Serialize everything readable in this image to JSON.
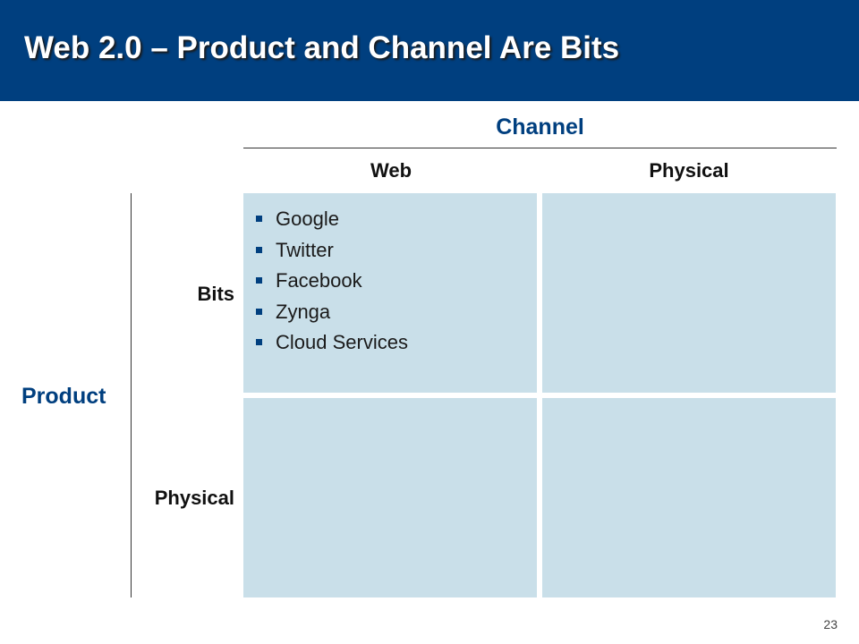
{
  "slide": {
    "title": "Web 2.0 – Product and Channel Are Bits",
    "page_number": "23"
  },
  "matrix": {
    "column_axis_label": "Channel",
    "columns": [
      "Web",
      "Physical"
    ],
    "row_axis_label": "Product",
    "rows": [
      "Bits",
      "Physical"
    ],
    "cells": {
      "bits_web": [
        "Google",
        "Twitter",
        "Facebook",
        "Zynga",
        "Cloud Services"
      ],
      "bits_physical": [],
      "physical_web": [],
      "physical_physical": []
    }
  },
  "colors": {
    "header_bar": "#003f7f",
    "axis_label": "#003f7f",
    "cell_fill": "#c9dfe9",
    "bullet": "#003f7f"
  }
}
